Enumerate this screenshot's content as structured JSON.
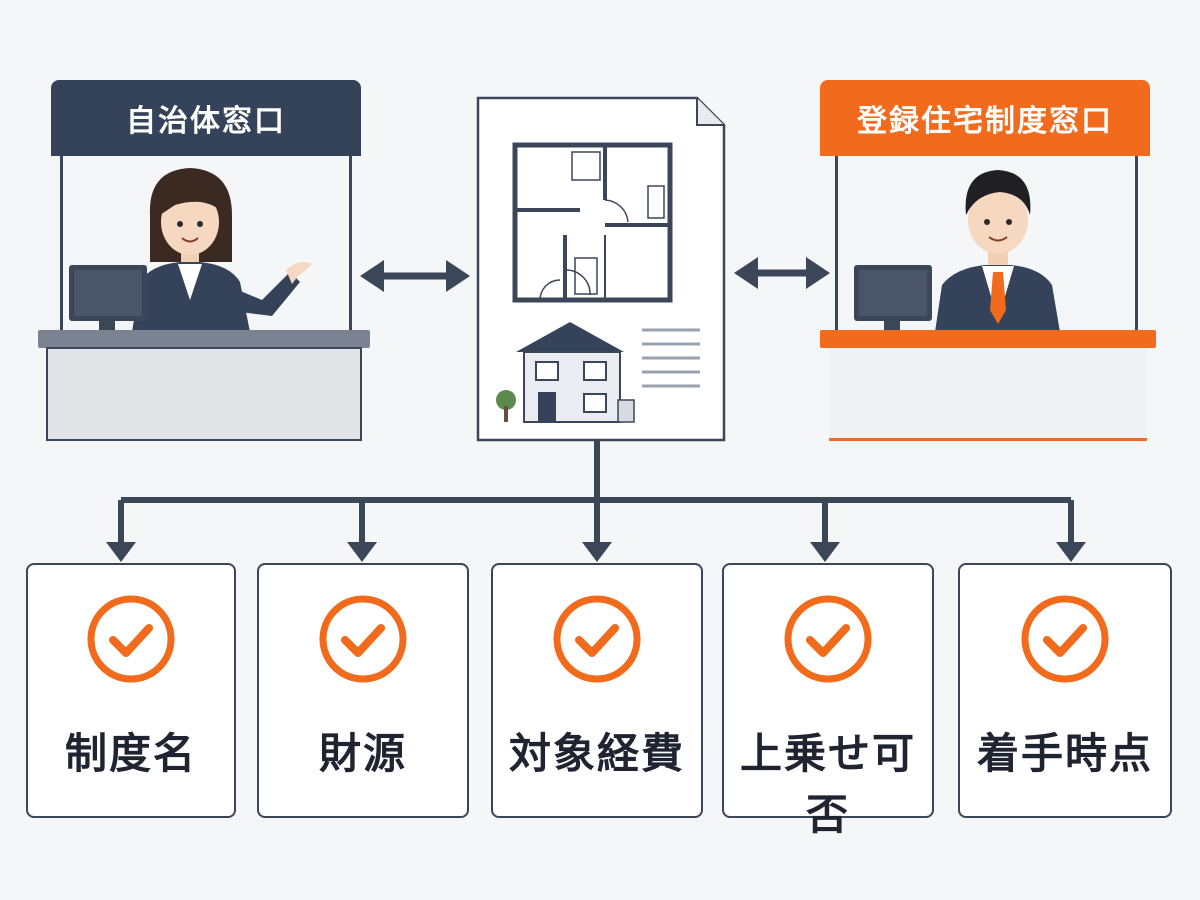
{
  "left_counter": {
    "label": "自治体窓口"
  },
  "right_counter": {
    "label": "登録住宅制度窓口"
  },
  "checklist": [
    {
      "label": "制度名"
    },
    {
      "label": "財源"
    },
    {
      "label": "対象経費"
    },
    {
      "label": "上乗せ可否"
    },
    {
      "label": "着手時点"
    }
  ],
  "colors": {
    "navy": "#34425a",
    "orange": "#f26a1b",
    "line": "#3b4658",
    "background": "#f5f6f8"
  }
}
